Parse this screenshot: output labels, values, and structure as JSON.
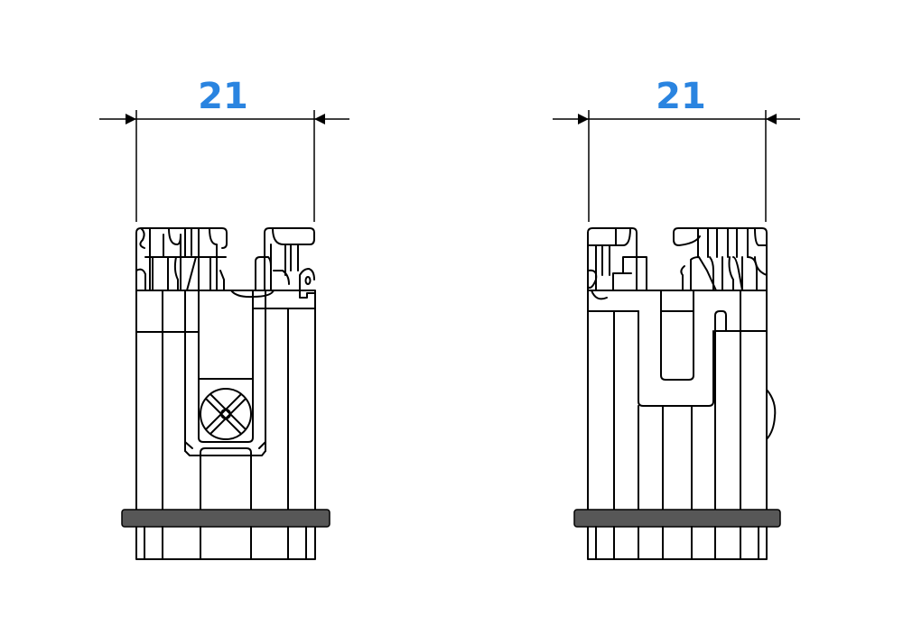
{
  "colors": {
    "dimension": "#2a84e0",
    "outline": "#000000",
    "gasket": "#575757",
    "background": "#ffffff"
  },
  "views": [
    {
      "name": "front-view",
      "dimension_label": "21"
    },
    {
      "name": "side-view",
      "dimension_label": "21"
    }
  ]
}
